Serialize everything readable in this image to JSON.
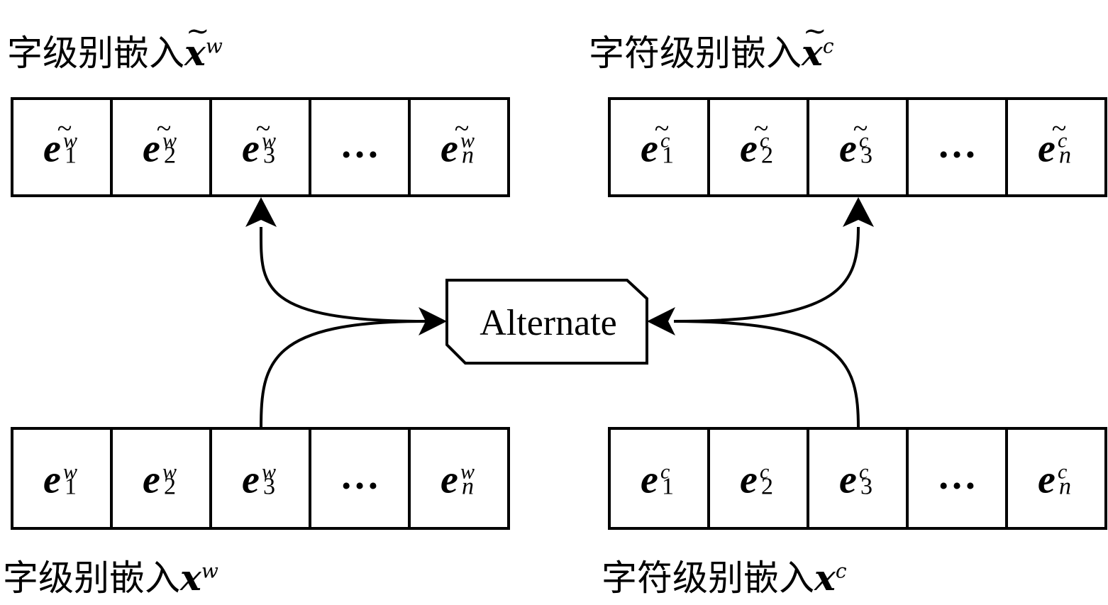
{
  "labels": {
    "top_word": {
      "text": "字级别嵌入",
      "sym": "x",
      "sup": "w",
      "tilde": true
    },
    "top_char": {
      "text": "字符级别嵌入",
      "sym": "x",
      "sup": "c",
      "tilde": true
    },
    "bottom_word": {
      "text": "字级别嵌入",
      "sym": "x",
      "sup": "w",
      "tilde": false
    },
    "bottom_char": {
      "text": "字符级别嵌入",
      "sym": "x",
      "sup": "c",
      "tilde": false
    }
  },
  "rows": {
    "top_word": {
      "sup": "w",
      "tilde": true,
      "cells": [
        "1",
        "2",
        "3",
        "...",
        "n"
      ]
    },
    "top_char": {
      "sup": "c",
      "tilde": true,
      "cells": [
        "1",
        "2",
        "3",
        "...",
        "n"
      ]
    },
    "bottom_word": {
      "sup": "w",
      "tilde": false,
      "cells": [
        "1",
        "2",
        "3",
        "...",
        "n"
      ]
    },
    "bottom_char": {
      "sup": "c",
      "tilde": false,
      "cells": [
        "1",
        "2",
        "3",
        "...",
        "n"
      ]
    }
  },
  "center_node": {
    "label": "Alternate"
  },
  "symbol_base": "e",
  "stroke_color": "#000000"
}
